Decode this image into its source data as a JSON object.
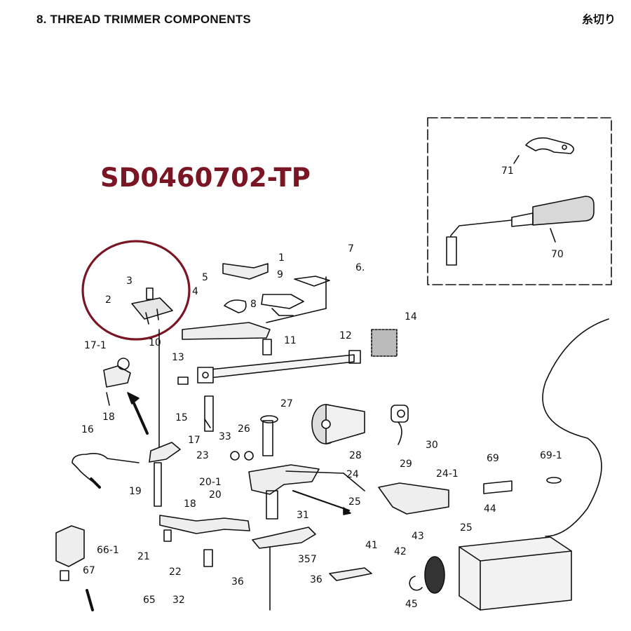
{
  "header": {
    "title": "8. THREAD TRIMMER COMPONENTS",
    "title_jp": "糸切り"
  },
  "part_code": "SD0460702-TP",
  "highlight": {
    "color": "#7a1523",
    "target_parts": [
      "2",
      "3"
    ]
  },
  "part_labels": [
    {
      "id": "p1",
      "text": "1"
    },
    {
      "id": "p2",
      "text": "2"
    },
    {
      "id": "p3",
      "text": "3"
    },
    {
      "id": "p4",
      "text": "4"
    },
    {
      "id": "p5",
      "text": "5"
    },
    {
      "id": "p6",
      "text": "6."
    },
    {
      "id": "p7",
      "text": "7"
    },
    {
      "id": "p8",
      "text": "8"
    },
    {
      "id": "p9",
      "text": "9"
    },
    {
      "id": "p10",
      "text": "10"
    },
    {
      "id": "p11",
      "text": "11"
    },
    {
      "id": "p12",
      "text": "12"
    },
    {
      "id": "p13",
      "text": "13"
    },
    {
      "id": "p14",
      "text": "14"
    },
    {
      "id": "p15",
      "text": "15"
    },
    {
      "id": "p16",
      "text": "16"
    },
    {
      "id": "p17",
      "text": "17"
    },
    {
      "id": "p17_1",
      "text": "17-1"
    },
    {
      "id": "p18a",
      "text": "18"
    },
    {
      "id": "p18b",
      "text": "18"
    },
    {
      "id": "p19",
      "text": "19"
    },
    {
      "id": "p20",
      "text": "20"
    },
    {
      "id": "p20_1",
      "text": "20-1"
    },
    {
      "id": "p21",
      "text": "21"
    },
    {
      "id": "p22",
      "text": "22"
    },
    {
      "id": "p23",
      "text": "23"
    },
    {
      "id": "p24",
      "text": "24"
    },
    {
      "id": "p24_1",
      "text": "24-1"
    },
    {
      "id": "p25a",
      "text": "25"
    },
    {
      "id": "p25b",
      "text": "25"
    },
    {
      "id": "p26",
      "text": "26"
    },
    {
      "id": "p27",
      "text": "27"
    },
    {
      "id": "p28",
      "text": "28"
    },
    {
      "id": "p29",
      "text": "29"
    },
    {
      "id": "p30",
      "text": "30"
    },
    {
      "id": "p31",
      "text": "31"
    },
    {
      "id": "p32",
      "text": "32"
    },
    {
      "id": "p33",
      "text": "33"
    },
    {
      "id": "p36a",
      "text": "36"
    },
    {
      "id": "p36b",
      "text": "36"
    },
    {
      "id": "p357",
      "text": "357"
    },
    {
      "id": "p41",
      "text": "41"
    },
    {
      "id": "p42",
      "text": "42"
    },
    {
      "id": "p43",
      "text": "43"
    },
    {
      "id": "p44",
      "text": "44"
    },
    {
      "id": "p45",
      "text": "45"
    },
    {
      "id": "p65",
      "text": "65"
    },
    {
      "id": "p66_1",
      "text": "66-1"
    },
    {
      "id": "p67",
      "text": "67"
    },
    {
      "id": "p69",
      "text": "69"
    },
    {
      "id": "p69_1",
      "text": "69-1"
    },
    {
      "id": "p70",
      "text": "70"
    },
    {
      "id": "p71",
      "text": "71"
    }
  ]
}
